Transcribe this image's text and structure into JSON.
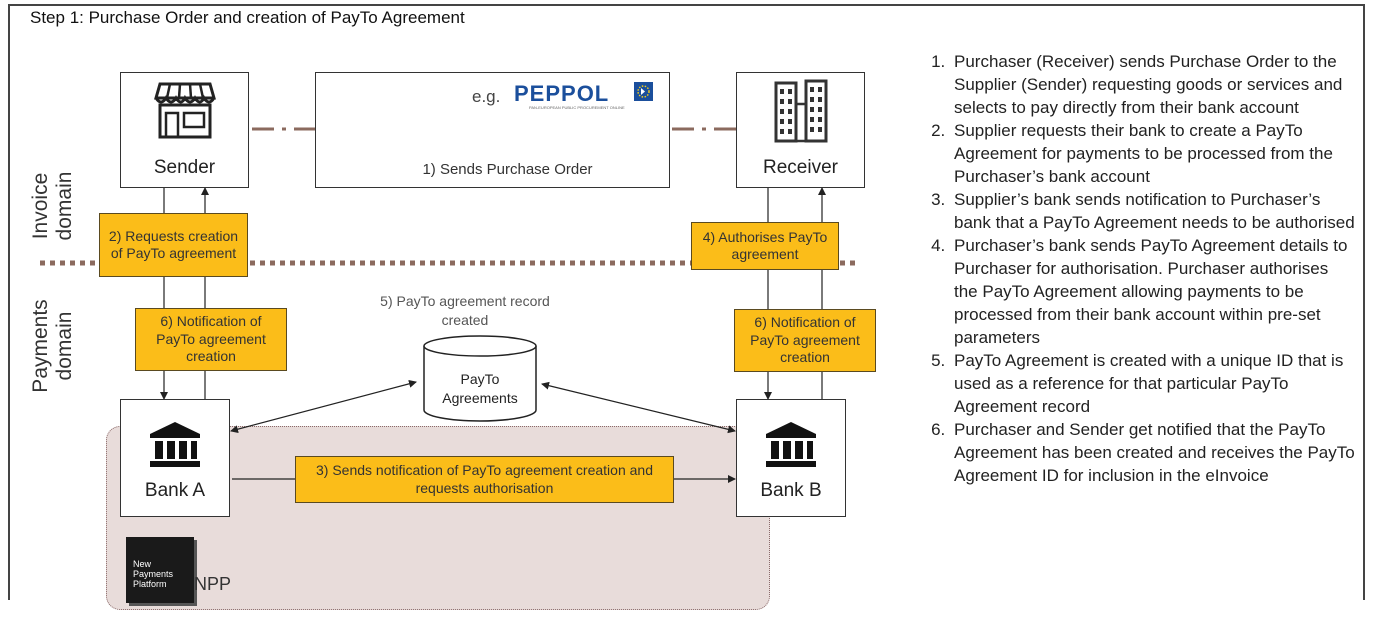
{
  "title": "Step 1: Purchase Order and creation of PayTo Agreement",
  "domains": {
    "invoice": "Invoice\ndomain",
    "payments": "Payments\ndomain"
  },
  "sender": {
    "label": "Sender"
  },
  "receiver": {
    "label": "Receiver"
  },
  "bank_a": {
    "label": "Bank A"
  },
  "bank_b": {
    "label": "Bank B"
  },
  "peppol": {
    "prefix": "e.g.",
    "logo_text": "PEPPOL",
    "logo_subtext": "PAN-EUROPEAN PUBLIC PROCUREMENT ONLINE",
    "step": "1) Sends Purchase Order"
  },
  "steps": {
    "s2": "2) Requests creation of PayTo agreement",
    "s3": "3) Sends notification of PayTo agreement creation and requests authorisation",
    "s4": "4) Authorises PayTo agreement",
    "s5": "5) PayTo agreement record created",
    "s6a": "6) Notification of PayTo agreement creation",
    "s6b": "6) Notification of PayTo agreement creation"
  },
  "database": {
    "label": "PayTo Agreements"
  },
  "npp": {
    "logo_text": "New Payments Platform",
    "label": "NPP"
  },
  "description": [
    "Purchaser (Receiver) sends Purchase Order to the Supplier (Sender) requesting goods or services and selects to pay directly from their bank account",
    "Supplier requests their bank to create a PayTo Agreement for payments to be processed from the Purchaser’s bank account",
    "Supplier’s bank sends notification to Purchaser’s bank that a PayTo Agreement needs to be authorised",
    "Purchaser’s bank sends PayTo Agreement details to Purchaser for authorisation. Purchaser authorises the PayTo Agreement allowing payments to be processed from their bank account within pre-set parameters",
    "PayTo Agreement is created with a unique ID that is used as a reference for that particular PayTo Agreement record",
    "Purchaser and Sender get notified that the PayTo Agreement has been created and receives the PayTo Agreement ID for inclusion in the eInvoice"
  ],
  "colors": {
    "highlight": "#fbbd19",
    "npp_region": "#e8dcda",
    "dotted_line": "#8b6a5e",
    "peppol_blue": "#1b4f9c"
  }
}
